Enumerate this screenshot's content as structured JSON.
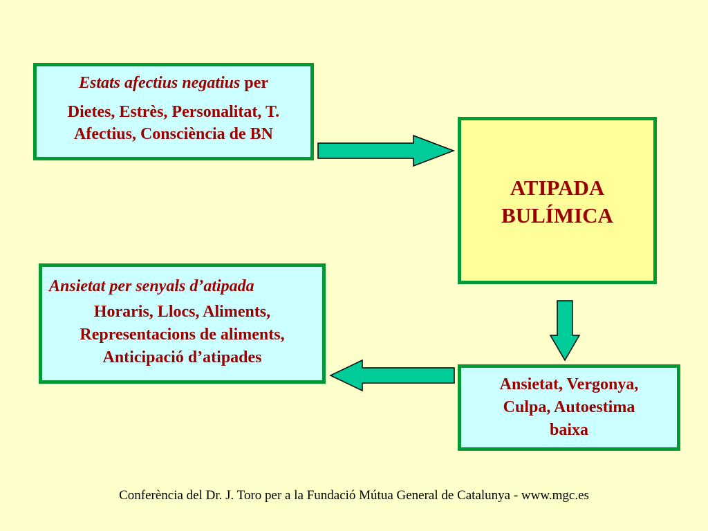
{
  "box1": {
    "heading_italic": "Estats afectius negatius",
    "heading_rest": " per",
    "lines": [
      "Dietes, Estrès, Personalitat, T.",
      "Afectius, Consciència de BN"
    ]
  },
  "box2": {
    "lines": [
      "ATIPADA",
      "BULÍMICA"
    ]
  },
  "box3": {
    "heading_italic": "Ansietat per senyals d’atipada",
    "lines": [
      "Horaris, Llocs, Aliments,",
      "Representacions de aliments,",
      "Anticipació d’atipades"
    ]
  },
  "box4": {
    "lines": [
      "Ansietat, Vergonya,",
      "Culpa, Autoestima",
      "baixa"
    ]
  },
  "footer": "Conferència del Dr. J. Toro per a la Fundació Mútua General de Catalunya - www.mgc.es",
  "colors": {
    "background": "#ffffcc",
    "box_fill_cyan": "#ccffff",
    "box_fill_yellow": "#ffff99",
    "border": "#009933",
    "text": "#990000",
    "arrow_fill": "#00cc99"
  }
}
